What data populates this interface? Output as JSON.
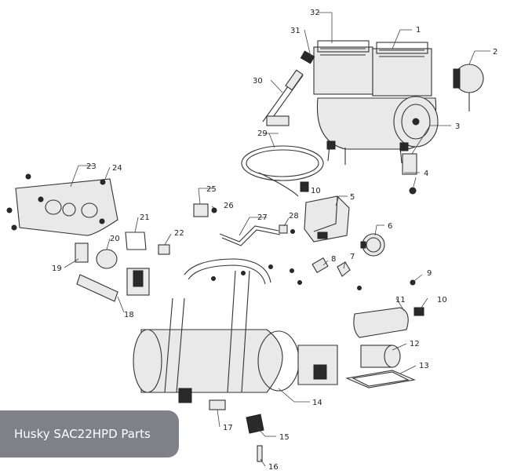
{
  "caption": "Husky SAC22HPD Parts",
  "colors": {
    "caption_bg": "#7e8288",
    "caption_text": "#ffffff",
    "line": "#333333"
  },
  "callouts": [
    "1",
    "2",
    "3",
    "4",
    "5",
    "6",
    "7",
    "8",
    "9",
    "10",
    "10",
    "10",
    "11",
    "12",
    "13",
    "14",
    "15",
    "16",
    "17",
    "18",
    "19",
    "20",
    "21",
    "22",
    "23",
    "24",
    "25",
    "26",
    "27",
    "28",
    "29",
    "30",
    "31",
    "32"
  ]
}
